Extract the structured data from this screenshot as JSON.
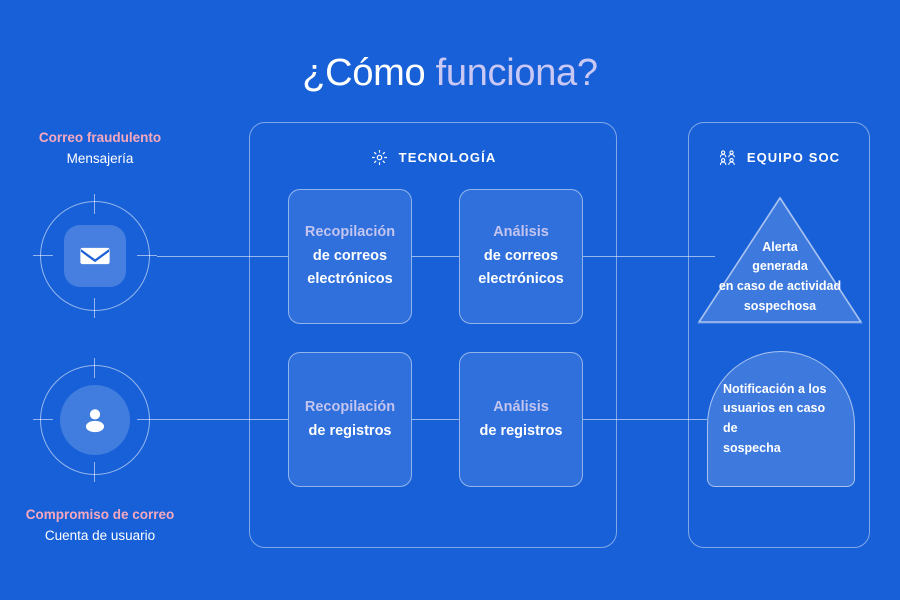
{
  "title": {
    "part_white": "¿Cómo ",
    "part_accent": "funciona?"
  },
  "colors": {
    "background": "#1860d8",
    "accent_pink": "#f7a8bd",
    "accent_lavender": "#c9c8f5",
    "white": "#ffffff"
  },
  "left_column": {
    "top": {
      "heading": "Correo fraudulento",
      "subheading": "Mensajería",
      "icon": "envelope-icon"
    },
    "bottom": {
      "heading": "Compromiso de correo",
      "subheading": "Cuenta de usuario",
      "icon": "person-icon"
    }
  },
  "groups": [
    {
      "id": "tech",
      "header_label": "TECNOLOGÍA",
      "header_icon": "gear-icon"
    },
    {
      "id": "soc",
      "header_label": "EQUIPO SOC",
      "header_icon": "people-group-icon"
    }
  ],
  "process_boxes": [
    {
      "id": "collect-mail",
      "line1": "Recopilación",
      "line2": "de correos",
      "line3": "electrónicos"
    },
    {
      "id": "analyze-mail",
      "line1": "Análisis",
      "line2": "de correos",
      "line3": "electrónicos"
    },
    {
      "id": "collect-log",
      "line1": "Recopilación",
      "line2": "de registros",
      "line3": ""
    },
    {
      "id": "analyze-log",
      "line1": "Análisis",
      "line2": "de registros",
      "line3": ""
    }
  ],
  "soc_outputs": [
    {
      "id": "alert-triangle",
      "shape": "triangle",
      "text": "Alerta\ngenerada\nen caso de actividad\nsospechosa"
    },
    {
      "id": "notification-dome",
      "shape": "dome",
      "text": "Notificación a los\nusuarios en caso de\nsospecha"
    }
  ]
}
